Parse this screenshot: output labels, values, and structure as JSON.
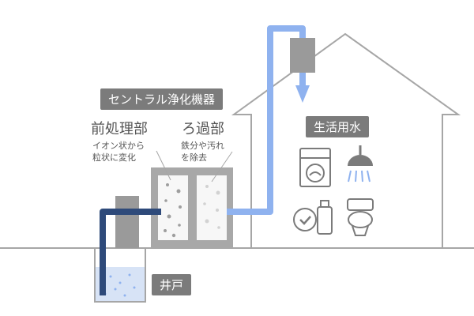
{
  "labels": {
    "central_unit": "セントラル浄化機器",
    "well": "井戸",
    "household_water": "生活用水"
  },
  "pre_treatment": {
    "heading": "前処理部",
    "note_line1": "イオン状から",
    "note_line2": "粒状に変化"
  },
  "filtration": {
    "heading": "ろ過部",
    "note_line1": "鉄分や汚れ",
    "note_line2": "を除去"
  },
  "colors": {
    "outline": "#a6a6a6",
    "raw_water_pipe": "#2e4a7a",
    "clean_water_pipe": "#8fb2ef",
    "water": "#d7e3f6",
    "label_box": "#7b7b7b"
  },
  "icons": [
    "washing-machine-icon",
    "shower-icon",
    "dish-detergent-icon",
    "toilet-icon",
    "water-heater-icon"
  ]
}
